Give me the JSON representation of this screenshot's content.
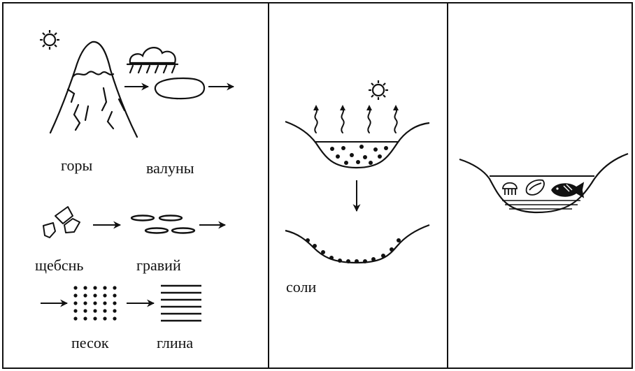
{
  "panels": {
    "erosion": {
      "labels": {
        "mountains": "горы",
        "boulders": "валуны",
        "rubble": "щебснь",
        "gravel": "гравий",
        "sand": "песок",
        "clay": "глина"
      }
    },
    "evaporation": {
      "labels": {
        "salts": "соли"
      }
    },
    "organic": {}
  },
  "colors": {
    "ink": "#111111",
    "background": "#ffffff"
  }
}
